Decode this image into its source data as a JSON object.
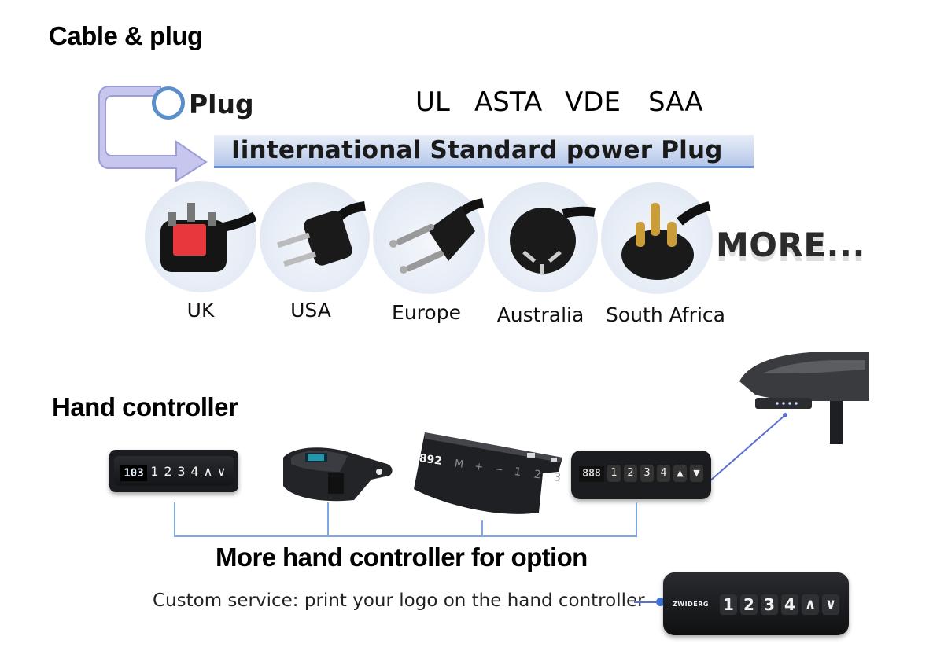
{
  "sections": {
    "cable_title": "Cable & plug",
    "hand_title": "Hand controller"
  },
  "plug": {
    "label": "Plug",
    "certifications": [
      "UL",
      "ASTA",
      "VDE",
      "SAA"
    ],
    "banner": "Iinternational Standard power Plug",
    "more": "MORE...",
    "types": [
      {
        "country": "UK",
        "icon": "uk-plug-icon"
      },
      {
        "country": "USA",
        "icon": "usa-plug-icon"
      },
      {
        "country": "Europe",
        "icon": "europe-plug-icon"
      },
      {
        "country": "Australia",
        "icon": "australia-plug-icon"
      },
      {
        "country": "South Africa",
        "icon": "south-africa-plug-icon"
      }
    ]
  },
  "controllers": {
    "caption": "More hand controller for option",
    "custom_service": "Custom service: print your logo on the hand controller",
    "units": [
      {
        "display": "103",
        "keys": [
          "1",
          "2",
          "3",
          "4",
          "∧",
          "∨"
        ]
      },
      {
        "display": "",
        "keys": []
      },
      {
        "display": "892",
        "keys": [
          "M",
          "+",
          "−",
          "1",
          "2",
          "3"
        ]
      },
      {
        "display": "888",
        "keys": [
          "1",
          "2",
          "3",
          "4",
          "▲",
          "▼"
        ]
      }
    ],
    "logo_unit": {
      "brand": "ZWIDERG",
      "keys": [
        "1",
        "2",
        "3",
        "4",
        "∧",
        "∨"
      ]
    }
  },
  "colors": {
    "banner_line": "#6f8fd8",
    "arrow": "#c7c6ef",
    "connector": "#7fa7e3"
  }
}
